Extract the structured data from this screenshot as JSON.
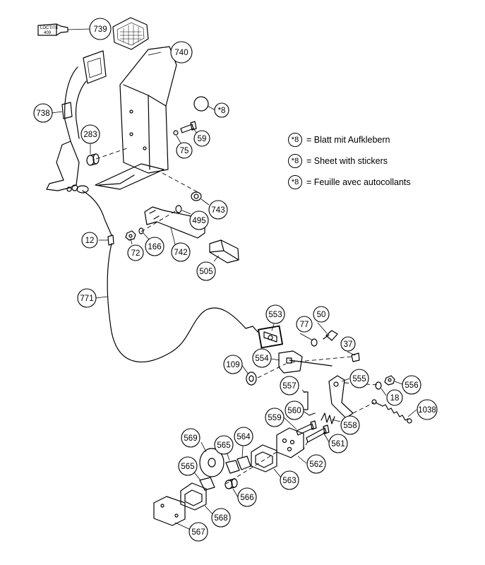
{
  "loctite": {
    "brand": "LOCTITE",
    "code": "409"
  },
  "parts": [
    "739",
    "740",
    "738",
    "283",
    "*8",
    "59",
    "75",
    "743",
    "495",
    "12",
    "72",
    "166",
    "742",
    "505",
    "771",
    "553",
    "50",
    "77",
    "37",
    "554",
    "109",
    "555",
    "556",
    "18",
    "557",
    "560",
    "559",
    "558",
    "561",
    "1038",
    "569",
    "565",
    "564",
    "565",
    "562",
    "563",
    "566",
    "568",
    "567"
  ],
  "legend": [
    {
      "badge": "*8",
      "text": "= Blatt mit Aufklebern"
    },
    {
      "badge": "*8",
      "text": "= Sheet with stickers"
    },
    {
      "badge": "*8",
      "text": "= Feuille avec autocollants"
    }
  ]
}
